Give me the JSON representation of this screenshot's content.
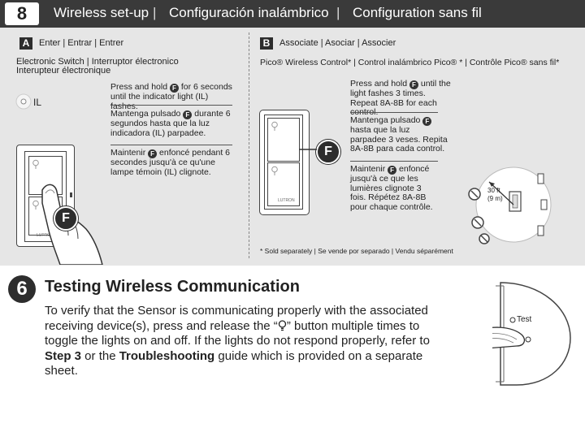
{
  "header": {
    "step_number": "8",
    "title_en": "Wireless set-up",
    "title_es": "Configuración inalámbrico",
    "title_fr": "Configuration sans fil",
    "separator": "|"
  },
  "panel_a": {
    "letter": "A",
    "title": "Enter | Entrar | Entrer",
    "device_line1": "Electronic Switch | Interruptor électronico",
    "device_line2": "Interupteur électronique",
    "il_label": "IL",
    "switch_brand": "LUTRON",
    "f_label": "F",
    "en_pre": "Press and hold ",
    "en_post": " for 6 seconds until the indicator light (IL) fashes.",
    "es_pre": "Mantenga pulsado ",
    "es_post": " durante 6 segundos hasta que la luz indicadora (IL) parpadee.",
    "fr_pre": "Maintenir ",
    "fr_post": " enfoncé pendant 6 secondes jusqu'à ce qu'une lampe témoin (IL) clignote."
  },
  "panel_b": {
    "letter": "B",
    "title": "Associate | Asociar | Associer",
    "pico_line": "Pico® Wireless Control* | Control inalámbrico Pico® * | Contrôle Pico® sans fil*",
    "switch_brand": "LUTRON",
    "f_label": "F",
    "en_pre": "Press and hold ",
    "en_post": " until the light fashes 3 times. Repeat 8A-8B for each control.",
    "es_pre": "Mantenga pulsado ",
    "es_post": " hasta que la luz parpadee 3 veses. Repita 8A-8B para cada control.",
    "fr_pre": "Maintenir ",
    "fr_post": " enfoncé jusqu'à ce que les lumières clignote 3 fois. Répétez 8A-8B pour chaque contrôle.",
    "range_ft": "30 ft",
    "range_m": "(9 m)",
    "footnote": "* Sold separately | Se vende por separado | Vendu séparément"
  },
  "step6": {
    "number": "6",
    "heading": "Testing Wireless Communication",
    "body_1": "To verify that the Sensor is communicating properly with the associated receiving device(s), press and release the “",
    "body_2": "” button multiple times to toggle the lights on and off. If the lights do not respond properly, refer to ",
    "step_ref": "Step 3",
    "body_3": " or the ",
    "guide_ref": "Troubleshooting",
    "body_4": " guide which is provided on a separate sheet.",
    "sensor_test_label": "Test"
  }
}
